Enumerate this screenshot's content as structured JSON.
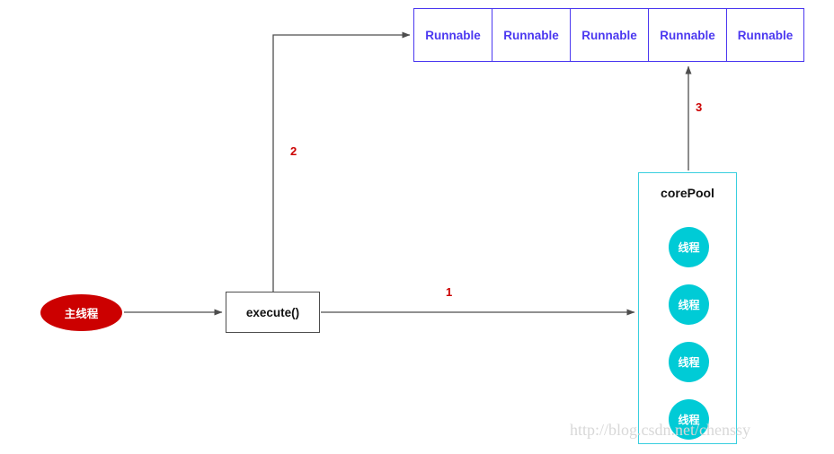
{
  "diagram": {
    "title": "Java thread pool execute() flow",
    "colors": {
      "queue_border": "#4b38f0",
      "queue_text": "#4b38f0",
      "arrow": "#4d4d4d",
      "step_label": "#cc0000",
      "main_thread_fill": "#cc0000",
      "pool_border": "#39cfdf",
      "thread_fill": "#00cbd6",
      "watermark": "#d8d8d8"
    },
    "queue": {
      "name": "runnable-queue",
      "cells": [
        {
          "label": "Runnable"
        },
        {
          "label": "Runnable"
        },
        {
          "label": "Runnable"
        },
        {
          "label": "Runnable"
        },
        {
          "label": "Runnable"
        }
      ]
    },
    "main_thread": {
      "label": "主线程"
    },
    "execute_box": {
      "label": "execute()"
    },
    "core_pool": {
      "title": "corePool",
      "threads": [
        {
          "label": "线程"
        },
        {
          "label": "线程"
        },
        {
          "label": "线程"
        },
        {
          "label": "线程"
        }
      ]
    },
    "steps": [
      {
        "id": "1",
        "label": "1"
      },
      {
        "id": "2",
        "label": "2"
      },
      {
        "id": "3",
        "label": "3"
      }
    ],
    "watermark": "http://blog.csdn.net/chenssy"
  }
}
